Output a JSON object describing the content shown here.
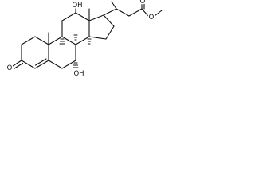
{
  "molecule": {
    "labels": {
      "oh_c12": "OH",
      "oh_c7": "OH",
      "o_ketone": "O",
      "o_ester_carbonyl": "O",
      "o_ester_ether": "O"
    }
  },
  "colors": {
    "bond": "#111111",
    "background": "#ffffff"
  }
}
